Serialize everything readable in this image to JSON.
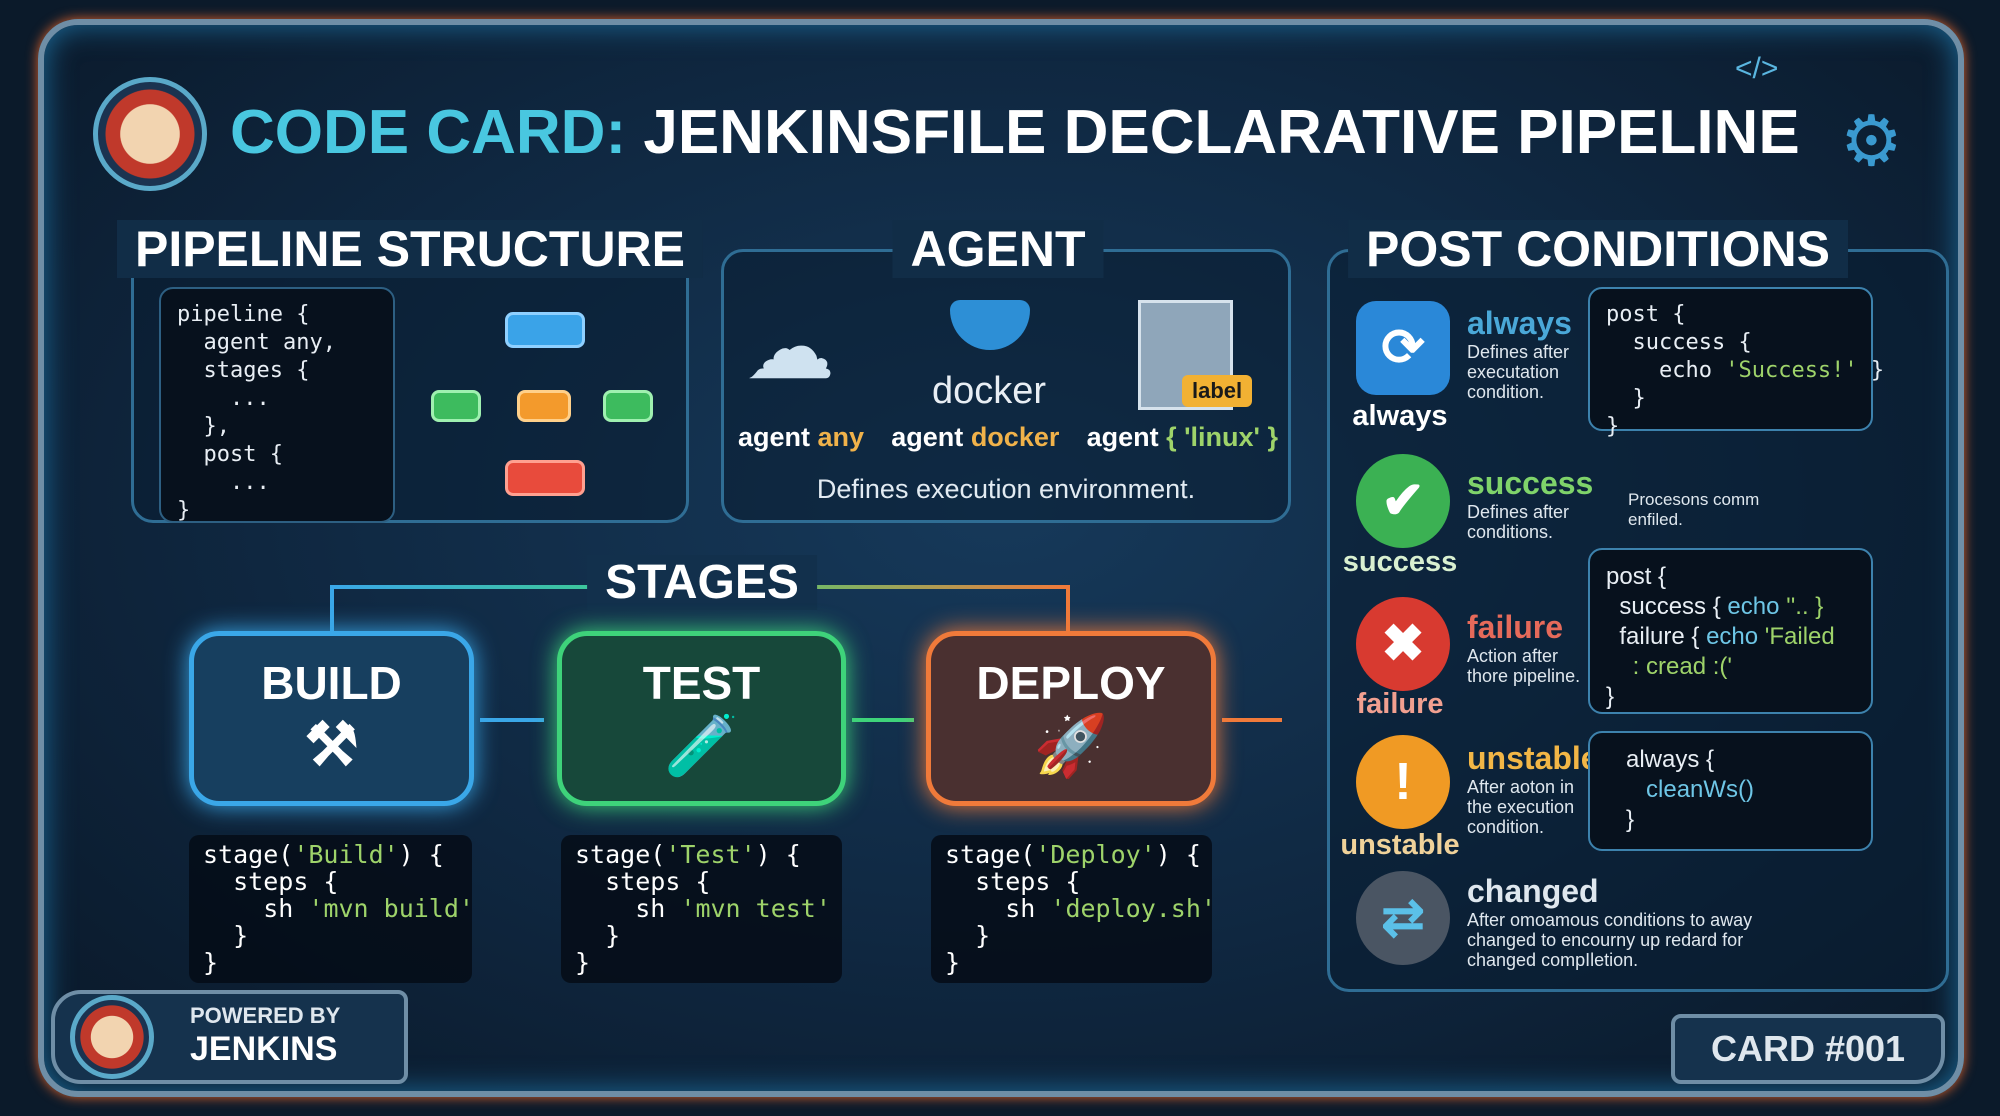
{
  "title": {
    "accent": "CODE CARD:",
    "main": "JENKINSFILE DECLARATIVE PIPELINE"
  },
  "structure": {
    "heading": "PIPELINE STRUCTURE",
    "code": "pipeline {\n  agent any,\n  stages {\n    ...\n  },\n  post {\n    ...\n}"
  },
  "agent": {
    "heading": "AGENT",
    "items": [
      {
        "kw": "agent",
        "val": "any"
      },
      {
        "kw": "agent",
        "val": "docker"
      },
      {
        "kw": "agent",
        "val": "{ 'linux' }"
      }
    ],
    "docker_logo": "docker",
    "label_tag": "label",
    "description": "Defines execution environment."
  },
  "stages": {
    "heading": "STAGES",
    "items": [
      {
        "name": "BUILD",
        "color": "#3aa7e8",
        "code_name": "'Build'",
        "cmd": "'mvn build'"
      },
      {
        "name": "TEST",
        "color": "#3ed37a",
        "code_name": "'Test'",
        "cmd": "'mvn test'"
      },
      {
        "name": "DEPLOY",
        "color": "#f07a3a",
        "code_name": "'Deploy'",
        "cmd": "'deploy.sh'"
      }
    ],
    "kw_stage": "stage(",
    "kw_open": ") {",
    "kw_steps": "steps {",
    "kw_sh": "sh",
    "brace": "}"
  },
  "post": {
    "heading": "POST CONDITIONS",
    "items": [
      {
        "title": "always",
        "desc": "Defines after executation condition.",
        "label": "always",
        "color": "#4aa8d8"
      },
      {
        "title": "success",
        "desc": "Defines after conditions.",
        "label": "success",
        "color": "#7fd36a"
      },
      {
        "title": "failure",
        "desc": "Action after thore pipeline.",
        "label": "failure",
        "color": "#e66a5a"
      },
      {
        "title": "unstable",
        "desc": "After aoton in the execution condition.",
        "label": "unstable",
        "color": "#f2b646"
      },
      {
        "title": "changed",
        "desc": "After omoamous conditions to away changed to encourny up redard for changed compIletion.",
        "label": "",
        "color": "#dfe7ee"
      }
    ],
    "code1": {
      "l1": "post {",
      "l2": "success {",
      "l3a": "echo ",
      "l3b": "'Success!'",
      "l3c": " }",
      "l4": "}",
      "l5": "}"
    },
    "note": "Procesons comm enfiled.",
    "code2": {
      "l1": "post {",
      "l2a": "success { ",
      "l2b": "echo ",
      "l2c": "''.. }",
      "l3a": "failure { ",
      "l3b": "echo ",
      "l3c": "'Failed",
      "l4": ": cread :('",
      "l5": "}"
    },
    "code3": {
      "l1": "always {",
      "l2": "cleanWs()",
      "l3": "}"
    }
  },
  "footer": {
    "powered": "POWERED BY",
    "brand": "JENKINS",
    "card": "CARD #001"
  },
  "decor": {
    "tag": "</>"
  }
}
